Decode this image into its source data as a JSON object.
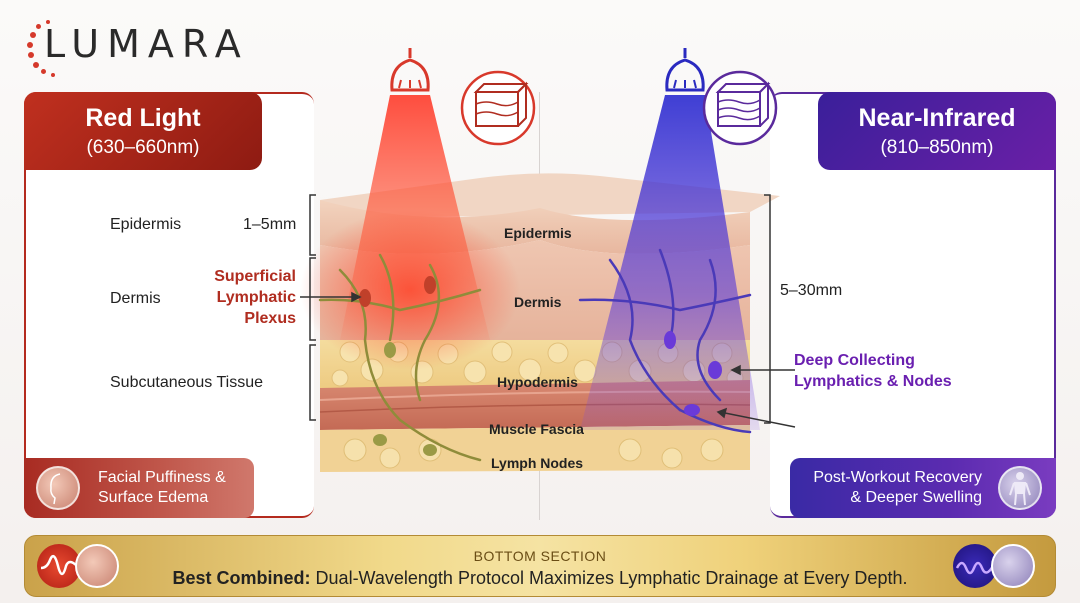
{
  "brand": {
    "logo_text": "LUMARA"
  },
  "left": {
    "title": "Red Light",
    "subtitle": "(630–660nm)",
    "depth": "1–5mm",
    "callout": [
      "Superficial",
      "Lymphatic",
      "Plexus"
    ],
    "footer": [
      "Facial Puffiness &",
      "Surface Edema"
    ],
    "accent": "#b42a1e"
  },
  "right": {
    "title": "Near-Infrared",
    "subtitle": "(810–850nm)",
    "depth": "5–30mm",
    "callout": [
      "Deep Collecting",
      "Lymphatics & Nodes"
    ],
    "footer": [
      "Post-Workout Recovery",
      "& Deeper Swelling"
    ],
    "accent": "#5a2a9c"
  },
  "side_labels": {
    "epidermis": "Epidermis",
    "dermis": "Dermis",
    "subcutaneous": "Subcutaneous Tissue"
  },
  "layers": {
    "epidermis": "Epidermis",
    "dermis": "Dermis",
    "hypodermis": "Hypodermis",
    "muscle_fascia": "Muscle Fascia",
    "lymph_nodes": "Lymph Nodes"
  },
  "banner": {
    "kicker": "BOTTOM SECTION",
    "bold": "Best Combined:",
    "text": " Dual-Wavelength Protocol Maximizes Lymphatic Drainage at Every Depth."
  },
  "icons": {
    "lamp": "lamp-icon",
    "skin_block": "skin-block-icon",
    "face": "face-icon",
    "body": "body-icon",
    "wave": "wave-icon"
  }
}
